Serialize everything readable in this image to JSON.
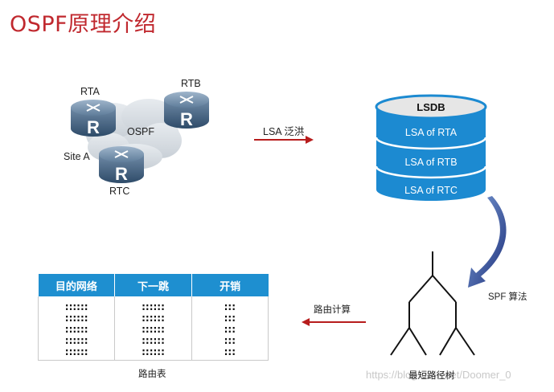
{
  "title": "OSPF原理介绍",
  "network": {
    "routers": [
      {
        "name": "RTA",
        "glyph": "R"
      },
      {
        "name": "RTB",
        "glyph": "R"
      },
      {
        "name": "RTC",
        "glyph": "R"
      }
    ],
    "cloud_label": "OSPF",
    "site_label": "Site A"
  },
  "flood_arrow_label": "LSA 泛洪",
  "lsdb": {
    "header": "LSDB",
    "rows": [
      "LSA of RTA",
      "LSA of RTB",
      "LSA of RTC"
    ],
    "colors": {
      "fill": "#1c8ad1",
      "stroke": "#1c8ad1",
      "top": "#e6e6e6"
    }
  },
  "spf_arrow_label": "SPF 算法",
  "tree_label": "最短路径树",
  "route_arrow_label": "路由计算",
  "routing_table": {
    "headers": [
      "目的网络",
      "下一跳",
      "开销"
    ],
    "cells": [
      "::::::\n::::::\n::::::\n::::::\n::::::",
      "::::::\n::::::\n::::::\n::::::\n::::::",
      ":::\n:::\n:::\n:::\n:::"
    ],
    "caption": "路由表",
    "header_color": "#1e8fd0"
  },
  "watermark": "https://blog.csdn.net/Doomer_0",
  "colors": {
    "title": "#c0282e",
    "arrow": "#b71c1c",
    "router": "#3b5a78"
  }
}
